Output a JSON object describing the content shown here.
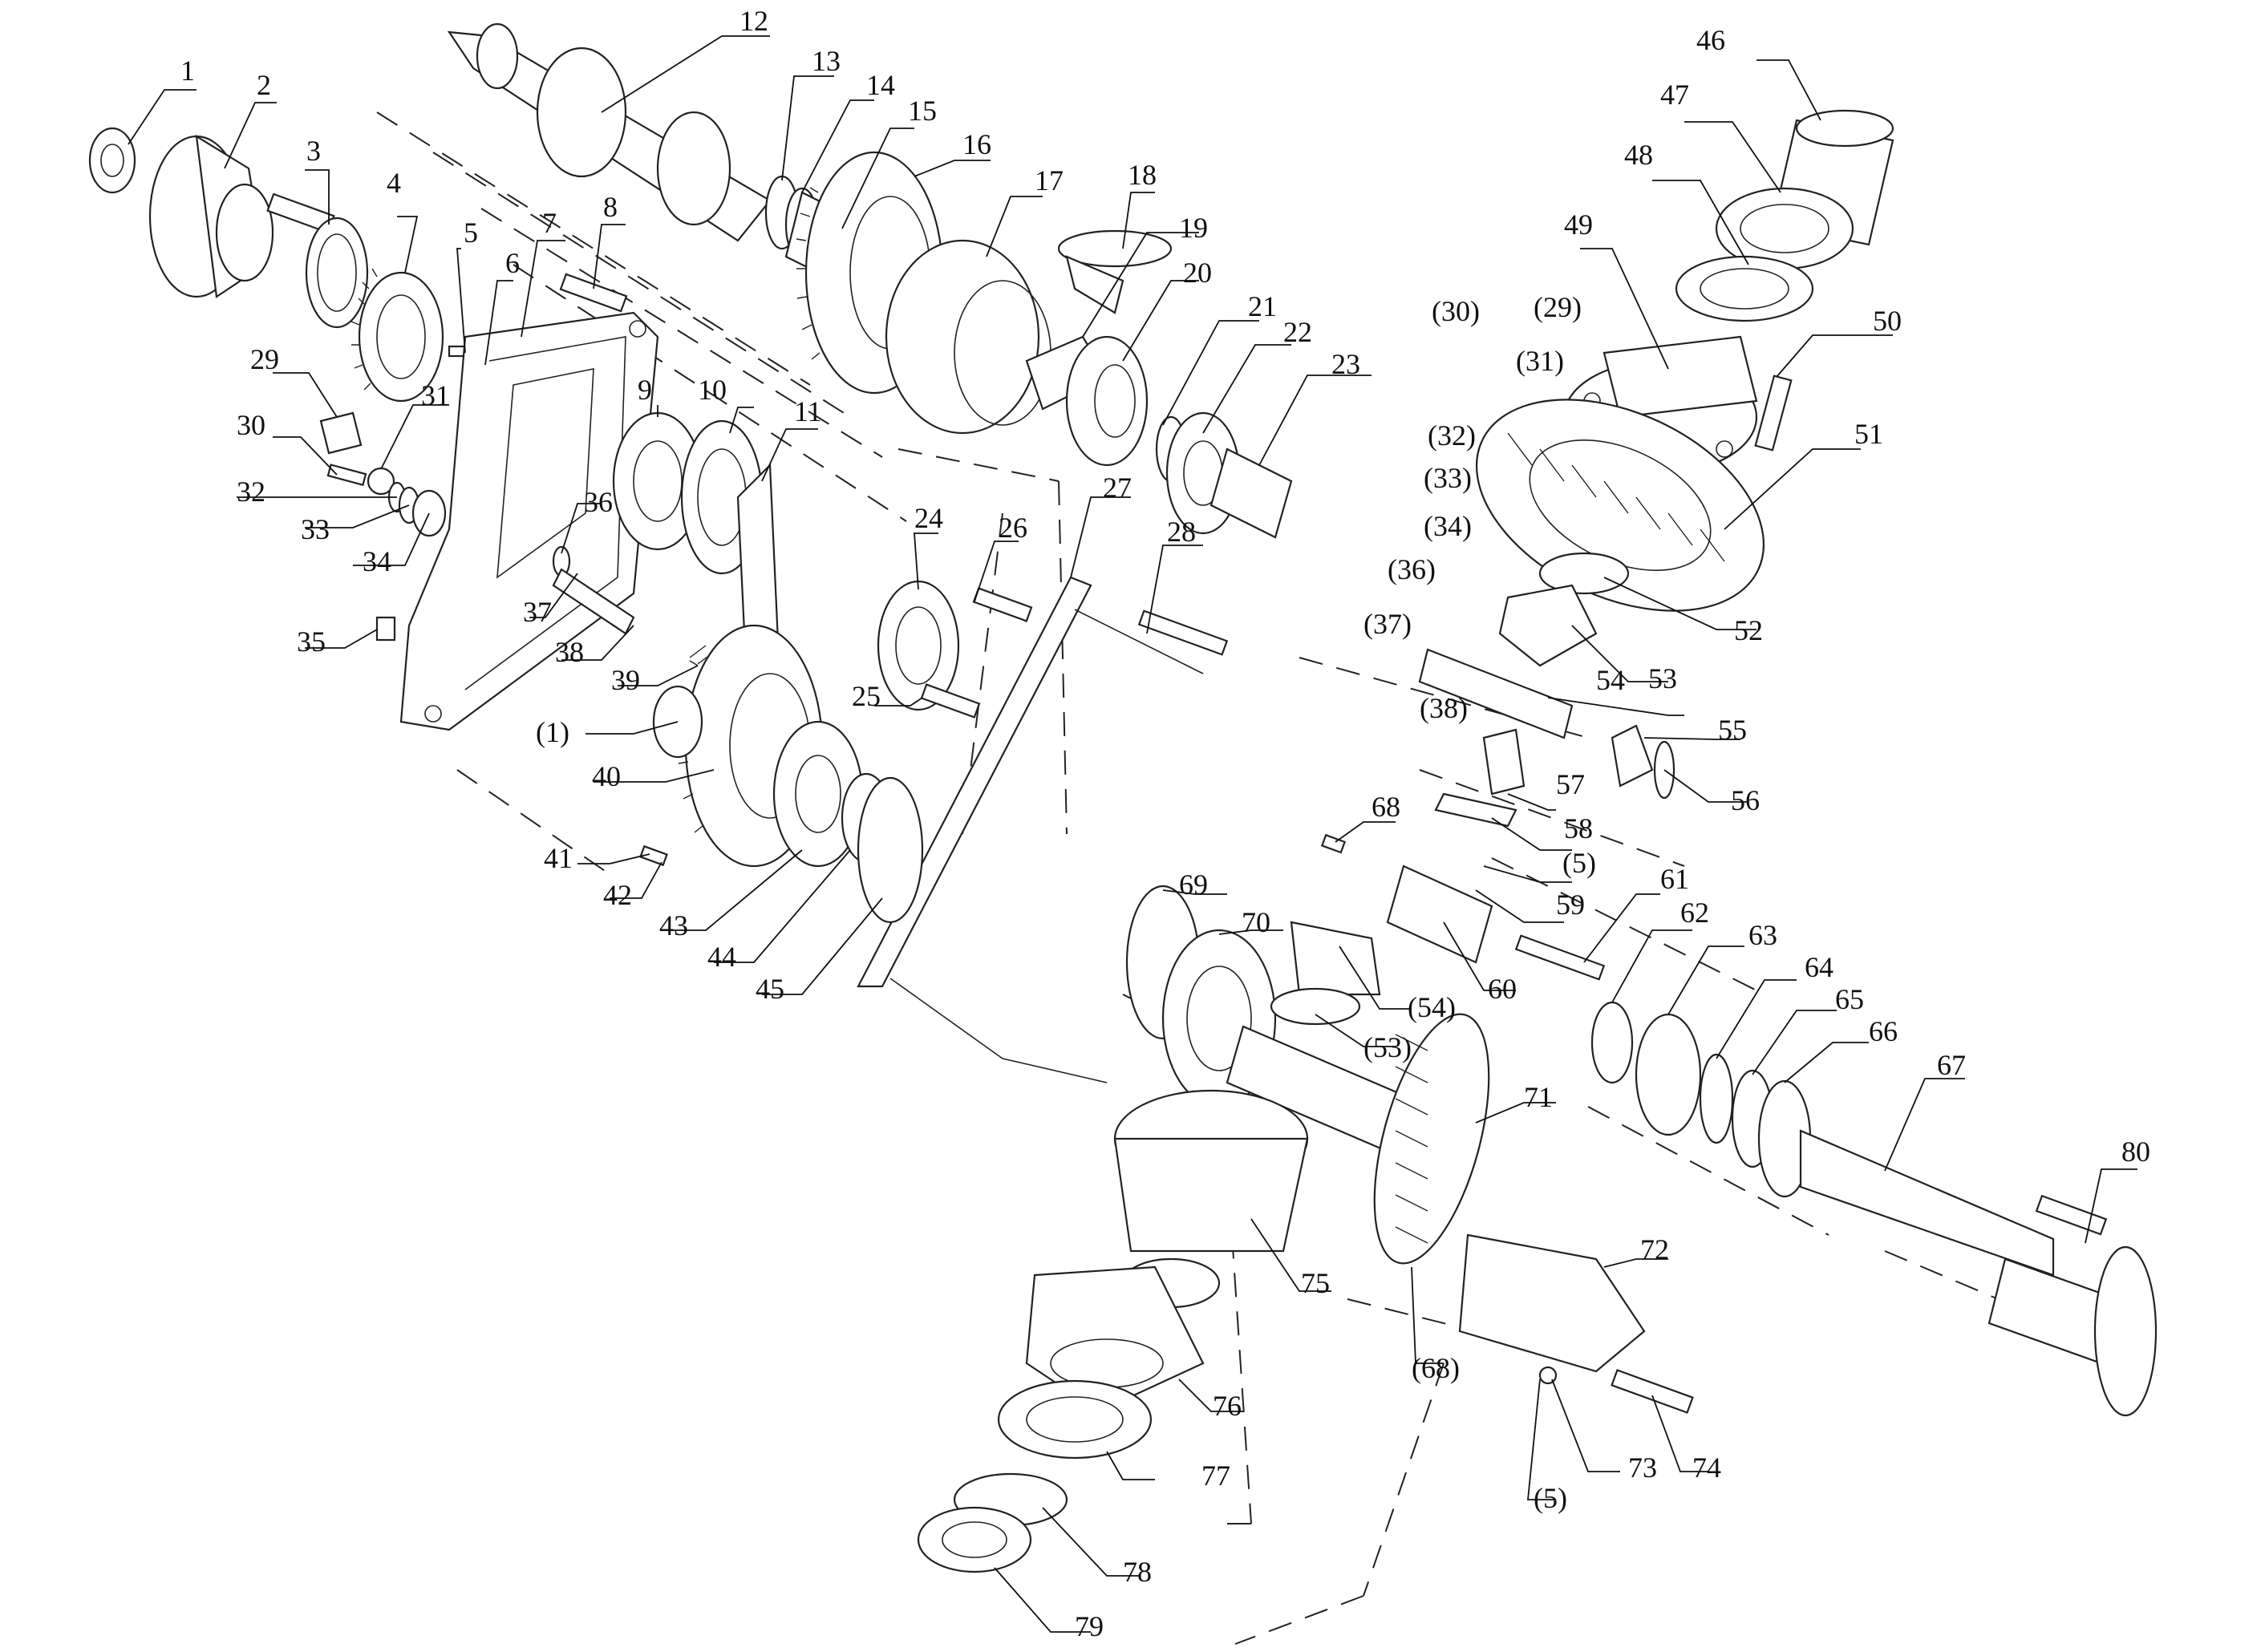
{
  "callouts": [
    "1",
    "2",
    "3",
    "4",
    "5",
    "6",
    "7",
    "8",
    "9",
    "10",
    "11",
    "12",
    "13",
    "14",
    "15",
    "16",
    "17",
    "18",
    "19",
    "20",
    "21",
    "22",
    "23",
    "24",
    "25",
    "26",
    "27",
    "28",
    "29",
    "30",
    "31",
    "32",
    "33",
    "34",
    "35",
    "36",
    "37",
    "38",
    "39",
    "40",
    "41",
    "42",
    "43",
    "44",
    "45",
    "46",
    "47",
    "48",
    "49",
    "50",
    "51",
    "52",
    "53",
    "54",
    "55",
    "56",
    "57",
    "58",
    "59",
    "60",
    "61",
    "62",
    "63",
    "64",
    "65",
    "66",
    "67",
    "68",
    "69",
    "70",
    "71",
    "72",
    "73",
    "74",
    "75",
    "76",
    "77",
    "78",
    "79",
    "80",
    "(1)",
    "(5)",
    "(5)",
    "(29)",
    "(30)",
    "(31)",
    "(32)",
    "(33)",
    "(34)",
    "(36)",
    "(37)",
    "(38)",
    "(53)",
    "(54)",
    "(68)"
  ]
}
